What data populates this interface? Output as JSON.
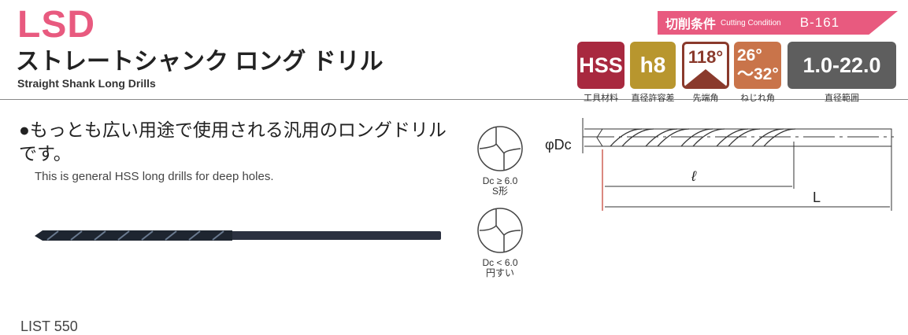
{
  "header": {
    "title": "LSD",
    "title_jp": "ストレートシャンク ロング ドリル",
    "title_en": "Straight Shank Long Drills"
  },
  "cutting": {
    "label_jp": "切削条件",
    "label_en": "Cutting Condition",
    "ref": "B-161"
  },
  "badges": [
    {
      "value": "HSS",
      "label": "工具材料",
      "color": "#a8293f"
    },
    {
      "value": "h8",
      "label": "直径許容差",
      "color": "#b8962e"
    },
    {
      "value": "118°",
      "label": "先端角",
      "color": "#8a3a2c"
    },
    {
      "value_top": "26°",
      "value_bottom": "～32°",
      "label": "ねじれ角",
      "color": "#c9744a"
    },
    {
      "value": "1.0-22.0",
      "label": "直径範囲",
      "color": "#5e5e5e"
    }
  ],
  "description": {
    "bullet": "●もっとも広い用途で使用される汎用のロングドリルです。",
    "english": "This is general HSS long drills for deep holes."
  },
  "sections": [
    {
      "line1": "Dc ≥ 6.0",
      "line2": "S形"
    },
    {
      "line1": "Dc < 6.0",
      "line2": "円すい"
    }
  ],
  "diagram": {
    "diameter": "φDc",
    "flute_length": "ℓ",
    "overall_length": "L"
  },
  "footer": {
    "list": "LIST 550"
  }
}
